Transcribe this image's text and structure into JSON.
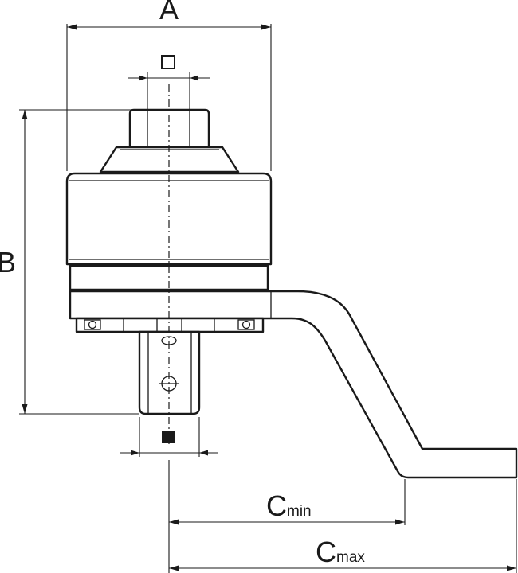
{
  "diagram": {
    "dimensions": {
      "a": "A",
      "b": "B",
      "c_min_main": "C",
      "c_min_sub": "min",
      "c_max_main": "C",
      "c_max_sub": "max"
    },
    "symbols": {
      "input_square_drive": "square-outline-icon",
      "output_square_drive": "square-filled-icon"
    },
    "colors": {
      "line": "#1a1a1a",
      "background": "#ffffff"
    }
  }
}
